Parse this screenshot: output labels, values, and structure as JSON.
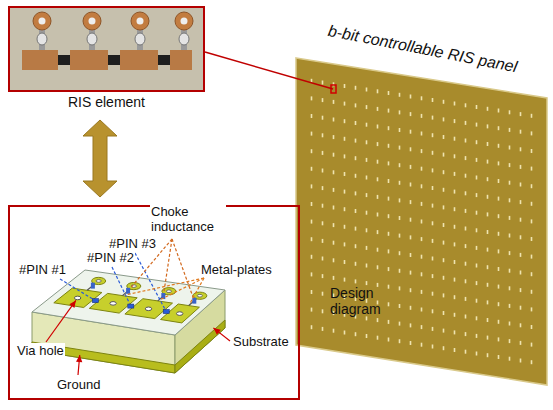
{
  "diagram": {
    "nodes": [
      {
        "text": [
          "RIS element"
        ]
      },
      {
        "text": [
          "b-bit controllable RIS panel"
        ]
      },
      {
        "text": [
          "Design diagram"
        ]
      }
    ],
    "edges": [
      {
        "from": 0,
        "to": 1,
        "arrow": "none"
      },
      {
        "from": 0,
        "to": 2,
        "arrow": "both"
      }
    ],
    "labels": [
      "Choke inductance",
      "#PIN #3",
      "#PIN #2",
      "#PIN #1",
      "Metal-plates",
      "Via hole",
      "Substrate",
      "Ground"
    ]
  }
}
